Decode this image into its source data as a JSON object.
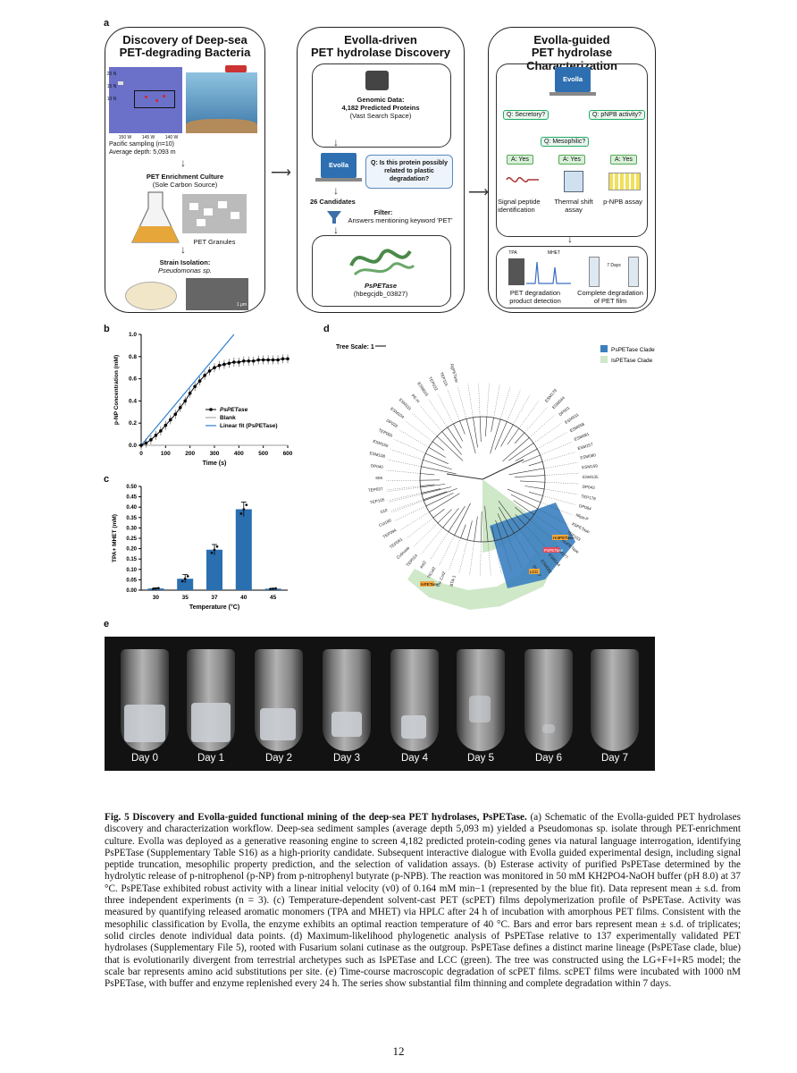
{
  "panels": {
    "a": "a",
    "b": "b",
    "c": "c",
    "d": "d",
    "e": "e"
  },
  "panel_a": {
    "box1": {
      "title_1": "Discovery of Deep-sea",
      "title_2": "PET-degrading Bacteria",
      "map_lat_labels": [
        "20 N",
        "15 N",
        "10 N"
      ],
      "map_lon_labels": [
        "150 W",
        "145 W",
        "140 W"
      ],
      "sampling": "Pacific sampling (n=10)",
      "depth": "Average depth: 5,093 m",
      "enrich_title": "PET Enrichment Culture",
      "enrich_sub": "(Sole Carbon Source)",
      "granules": "PET Granules",
      "strain_title": "Strain Isolation:",
      "strain_name": "Pseudomonas sp.",
      "scale": "1 μm"
    },
    "box2": {
      "title_1": "Evolla-driven",
      "title_2": "PET hydrolase Discovery",
      "genomic_title": "Genomic Data:",
      "genomic_count": "4,182 Predicted Proteins",
      "genomic_sub": "(Vast Search Space)",
      "evolla_label": "Evolla",
      "question": "Q: Is this protein possibly related to plastic degradation?",
      "candidates": "26 Candidates",
      "filter_title": "Filter:",
      "filter_text": "Answers mentioning keyword 'PET'",
      "protein_name": "PsPETase",
      "protein_id": "(hbegcjdb_03827)"
    },
    "box3": {
      "title_1": "Evolla-guided",
      "title_2": "PET hydrolase Characterization",
      "evolla_label": "Evolla",
      "q1": "Q: Secretory?",
      "q2": "Q: pNPB activity?",
      "q3": "Q: Mesophilic?",
      "answers": [
        "A: Yes",
        "A: Yes",
        "A: Yes"
      ],
      "assays": [
        "Signal peptide identification",
        "Thermal shift assay",
        "p-NPB assay"
      ],
      "tpa": "TPA",
      "mhet": "MHET",
      "days": "7 Days",
      "bottom_left": "PET degradation product detection",
      "bottom_right": "Complete degradation of PET film"
    }
  },
  "chart_data": [
    {
      "id": "b",
      "type": "line",
      "ylabel": "p-NP Concentration (mM)",
      "xlabel": "Time (s)",
      "xlim": [
        0,
        600
      ],
      "ylim": [
        0,
        1.0
      ],
      "xticks": [
        "0",
        "100",
        "200",
        "300",
        "400",
        "500",
        "600"
      ],
      "yticks": [
        "0.0",
        "0.2",
        "0.4",
        "0.6",
        "0.8",
        "1.0"
      ],
      "legend": [
        "PsPETase",
        "Blank",
        "Linear fit (PsPETase)"
      ],
      "series": [
        {
          "name": "PsPETase",
          "x": [
            0,
            20,
            40,
            60,
            80,
            100,
            120,
            140,
            160,
            180,
            200,
            220,
            240,
            260,
            280,
            300,
            320,
            340,
            360,
            380,
            400,
            420,
            440,
            460,
            480,
            500,
            520,
            540,
            560,
            580,
            600
          ],
          "y": [
            0.0,
            0.02,
            0.05,
            0.09,
            0.13,
            0.18,
            0.23,
            0.28,
            0.34,
            0.4,
            0.47,
            0.53,
            0.58,
            0.63,
            0.67,
            0.7,
            0.72,
            0.73,
            0.74,
            0.75,
            0.75,
            0.76,
            0.76,
            0.76,
            0.77,
            0.77,
            0.77,
            0.77,
            0.77,
            0.78,
            0.78
          ]
        },
        {
          "name": "Blank",
          "x": [
            0,
            600
          ],
          "y": [
            0.0,
            0.0
          ]
        },
        {
          "name": "Linear fit (PsPETase)",
          "x": [
            0,
            380
          ],
          "y": [
            0.0,
            1.0
          ]
        }
      ]
    },
    {
      "id": "c",
      "type": "bar",
      "ylabel": "TPA+ MHET (mM)",
      "xlabel": "Temperature (°C)",
      "categories": [
        "30",
        "35",
        "37",
        "40",
        "45"
      ],
      "values": [
        0.008,
        0.055,
        0.195,
        0.39,
        0.007
      ],
      "errors": [
        0.003,
        0.02,
        0.025,
        0.035,
        0.002
      ],
      "ylim": [
        0,
        0.5
      ],
      "yticks": [
        "0.00",
        "0.05",
        "0.10",
        "0.15",
        "0.20",
        "0.25",
        "0.30",
        "0.35",
        "0.40",
        "0.45",
        "0.50"
      ]
    }
  ],
  "panel_d": {
    "tree_scale": "Tree Scale: 1",
    "legend": [
      {
        "label": "PsPETase Clade",
        "color": "#3a7fc0"
      },
      {
        "label": "IsPETase Clade",
        "color": "#cfe8c8"
      }
    ],
    "leaves_left": [
      "BTA-1",
      "Thc Cut2",
      "TfCut2",
      "est2",
      "TEP014",
      "Cutinase",
      "TEP061",
      "TEP094",
      "Cut190",
      "S10",
      "TEP105",
      "TEP037",
      "606",
      "DP040",
      "ESM108",
      "ESM150",
      "TEP060",
      "DP026",
      "ESM104",
      "ESM111",
      "PE-H",
      "ESM015",
      "TEP032",
      "TEP115",
      "RgPETase"
    ],
    "leaves_right": [
      "ESM179",
      "ESM044",
      "DP001",
      "ESM031",
      "ESM058",
      "ESM081",
      "ESM157",
      "ESM080",
      "ESM159",
      "ESM135",
      "DP043",
      "TEP178",
      "DP084",
      "Mipa-P",
      "KbPETase",
      "TEP103",
      "HotPETase",
      "ESM177",
      "ESM144",
      "ESM093",
      "DP007"
    ],
    "highlight_labels": [
      "PsPETase",
      "HotPETase",
      "IsPETase",
      "LCC"
    ]
  },
  "panel_e": {
    "days": [
      "Day 0",
      "Day 1",
      "Day 2",
      "Day 3",
      "Day 4",
      "Day 5",
      "Day 6",
      "Day 7"
    ]
  },
  "caption": {
    "fig": "Fig. 5  Discovery and Evolla-guided functional mining of the deep-sea PET hydrolases, PsPETase.",
    "body": " (a) Schematic of the Evolla-guided PET hydrolases discovery and characterization workflow. Deep-sea sediment samples (average depth 5,093 m) yielded a Pseudomonas sp. isolate through PET-enrichment culture. Evolla was deployed as a generative reasoning engine to screen 4,182 predicted protein-coding genes via natural language interrogation, identifying PsPETase (Supplementary Table S16) as a high-priority candidate. Subsequent interactive dialogue with Evolla guided experimental design, including signal peptide truncation, mesophilic property prediction, and the selection of validation assays. (b) Esterase activity of purified PsPETase determined by the hydrolytic release of p-nitrophenol (p-NP) from p-nitrophenyl butyrate (p-NPB). The reaction was monitored in 50 mM KH2PO4-NaOH buffer (pH 8.0) at 37 °C. PsPETase exhibited robust activity with a linear initial velocity (v0) of 0.164 mM min−1 (represented by the blue fit). Data represent mean ± s.d. from three independent experiments (n = 3). (c) Temperature-dependent solvent-cast PET (scPET) films depolymerization profile of PsPETase. Activity was measured by quantifying released aromatic monomers (TPA and MHET) via HPLC after 24 h of incubation with amorphous PET films. Consistent with the mesophilic classification by Evolla, the enzyme exhibits an optimal reaction temperature of 40 °C. Bars and error bars represent mean ± s.d. of triplicates; solid circles denote individual data points. (d) Maximum-likelihood phylogenetic analysis of PsPETase relative to 137 experimentally validated PET hydrolases (Supplementary File 5), rooted with Fusarium solani cutinase as the outgroup. PsPETase defines a distinct marine lineage (PsPETase clade, blue) that is evolutionarily divergent from terrestrial archetypes such as IsPETase and LCC (green). The tree was constructed using the LG+F+I+R5 model; the scale bar represents amino acid substitutions per site. (e) Time-course macroscopic degradation of scPET films. scPET films were incubated with 1000 nM PsPETase, with buffer and enzyme replenished every 24 h. The series show substantial film thinning and complete degradation within 7 days."
  },
  "page_number": "12"
}
